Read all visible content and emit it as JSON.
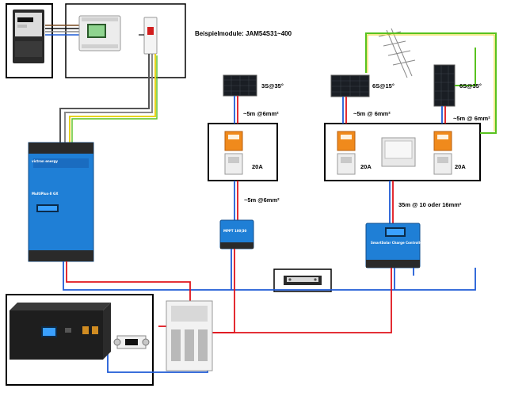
{
  "header": {
    "modules_label": "Beispielmodule: JAM54S31~400"
  },
  "panels": {
    "p1": "3S@35°",
    "p2": "6S@15°",
    "p3": "6S@35°"
  },
  "cables": {
    "c1": "~5m @6mm²",
    "c2": "~5m @ 6mm²",
    "c3": "~5m @ 6mm²",
    "c4": "~5m @6mm²",
    "c5": "35m @ 10 oder 16mm²"
  },
  "fuses": {
    "f1": "20A",
    "f2": "20A",
    "f3": "20A"
  },
  "devices": {
    "inverter_brand": "victron energy",
    "inverter_model": "MultiPlus-II GX",
    "mppt_small": "MPPT 100|30",
    "mppt_large": "SmartSolar Charge Controller"
  },
  "colors": {
    "wire_red": "#e0141c",
    "wire_blue": "#1f5bd6",
    "wire_green": "#58c21f",
    "wire_yellow": "#e8d21e",
    "wire_gray": "#666666",
    "victron_blue": "#1f7fd6",
    "surge_orange": "#f08a1c"
  }
}
